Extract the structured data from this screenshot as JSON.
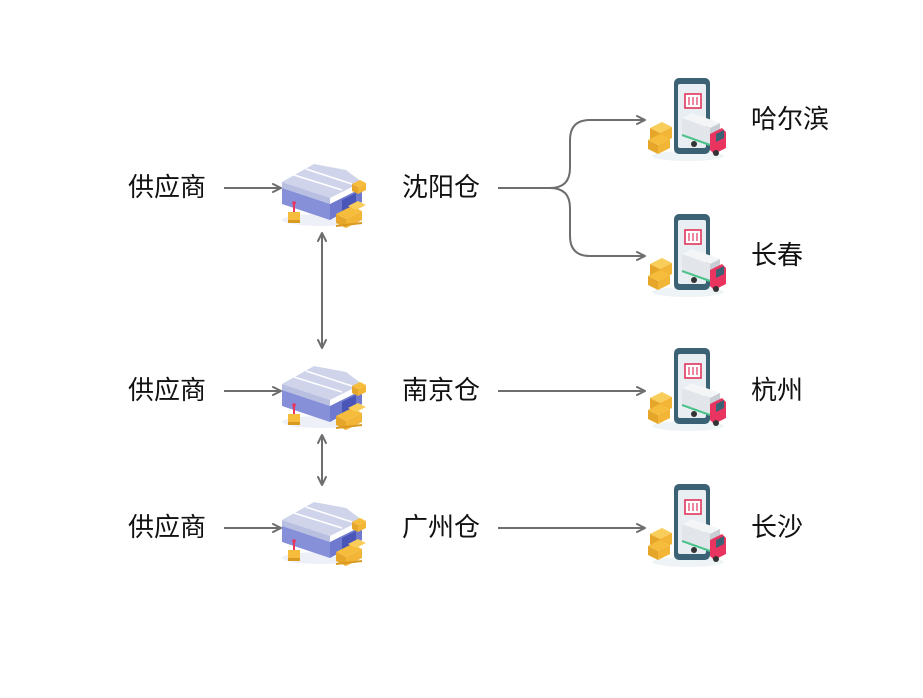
{
  "colors": {
    "arrow": "#6e6e6e",
    "text": "#111111",
    "warehouse_roof": "#cfd4ea",
    "warehouse_wall": "#8690d8",
    "warehouse_door": "#5964c6",
    "box": "#f6bd3c",
    "phone": "#3a6274",
    "truck_cab": "#e8345f",
    "cart": "#e0345c"
  },
  "rows": [
    {
      "supplier": "供应商",
      "warehouse": "沈阳仓",
      "cities": [
        "哈尔滨",
        "长春"
      ]
    },
    {
      "supplier": "供应商",
      "warehouse": "南京仓",
      "cities": [
        "杭州"
      ]
    },
    {
      "supplier": "供应商",
      "warehouse": "广州仓",
      "cities": [
        "长沙"
      ]
    }
  ]
}
